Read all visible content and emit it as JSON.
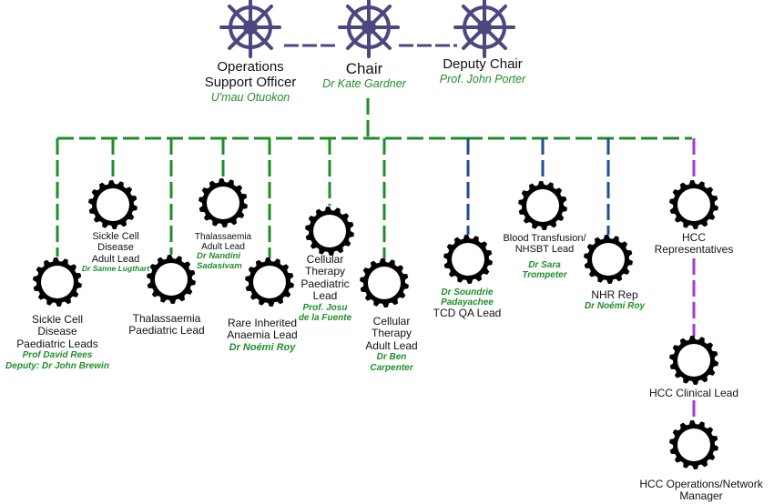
{
  "colors": {
    "green": "#1e8e2a",
    "blue": "#1f4e96",
    "purple": "#a13ad6",
    "navy": "#4b4880",
    "black": "#000000"
  },
  "icons": {
    "top": "ship-wheel-icon",
    "member": "gear-icon"
  },
  "top": {
    "ops": {
      "title_1": "Operations",
      "title_2": "Support Officer",
      "name": "U'mau Otuokon"
    },
    "chair": {
      "title": "Chair",
      "name": "Dr Kate Gardner"
    },
    "deputy": {
      "title": "Deputy Chair",
      "name": "Prof. John Porter"
    }
  },
  "members": {
    "scd_paed": {
      "t1": "Sickle Cell",
      "t2": "Disease",
      "t3": "Paediatric Leads",
      "n1": "Prof David Rees",
      "n2": "Deputy: Dr John Brewin"
    },
    "scd_adult": {
      "t1": "Sickle Cell",
      "t2": "Disease",
      "t3": "Adult Lead",
      "n1": "Dr Sanne Lugthart"
    },
    "thal_paed": {
      "t1": "Thalassaemia",
      "t2": "Paediatric Lead"
    },
    "thal_adult": {
      "t1": "Thalassaemia",
      "t2": "Adult Lead",
      "n1": "Dr Nandini",
      "n2": "Sadasivam"
    },
    "rare": {
      "t1": "Rare Inherited",
      "t2": "Anaemia Lead",
      "n1": "Dr Noémi Roy"
    },
    "ct_paed": {
      "t1": "Cellular",
      "t2": "Therapy",
      "t3": "Paediatric",
      "t4": "Lead",
      "n1": "Prof. Josu",
      "n2": "de la Fuente"
    },
    "ct_adult": {
      "t1": "Cellular",
      "t2": "Therapy",
      "t3": "Adult Lead",
      "n1": "Dr Ben",
      "n2": "Carpenter"
    },
    "tcd": {
      "n1": "Dr Soundrie",
      "n2": "Padayachee",
      "t1": "TCD QA Lead"
    },
    "blood": {
      "t1": "Blood Transfusion/",
      "t2": "NHSBT Lead",
      "n1": "Dr Sara",
      "n2": "Trompeter"
    },
    "nhr": {
      "t1": "NHR Rep",
      "n1": "Dr Noémi Roy"
    },
    "hcc_rep": {
      "t1": "HCC",
      "t2": "Representatives"
    },
    "hcc_clin": {
      "t1": "HCC Clinical Lead"
    },
    "hcc_ops": {
      "t1": "HCC Operations/Network",
      "t2": "Manager"
    }
  }
}
